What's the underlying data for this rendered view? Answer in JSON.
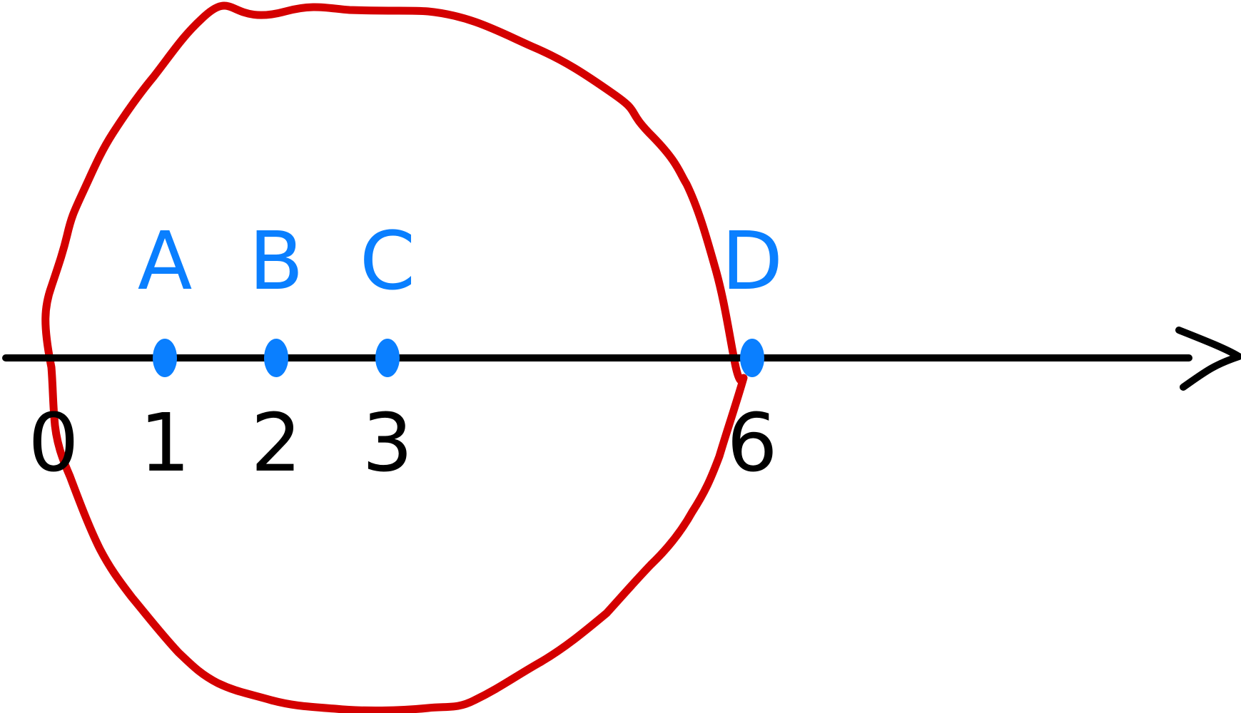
{
  "colors": {
    "background": "#ffffff",
    "axis": "#000000",
    "circle": "#d40000",
    "points": "#0a7fff",
    "labels": "#0a7fff",
    "numbers": "#000000"
  },
  "number_line": {
    "direction": "right",
    "arrow_icon": "arrowhead-right-icon"
  },
  "points": [
    {
      "label": "A",
      "value": 1
    },
    {
      "label": "B",
      "value": 2
    },
    {
      "label": "C",
      "value": 3
    },
    {
      "label": "D",
      "value": 6
    }
  ],
  "tick_labels": [
    {
      "text": "0",
      "value": 0
    },
    {
      "text": "1",
      "value": 1
    },
    {
      "text": "2",
      "value": 2
    },
    {
      "text": "3",
      "value": 3
    },
    {
      "text": "6",
      "value": 6
    }
  ],
  "circle": {
    "shape": "hand-drawn circle",
    "passes_through_values": [
      0,
      6
    ]
  }
}
